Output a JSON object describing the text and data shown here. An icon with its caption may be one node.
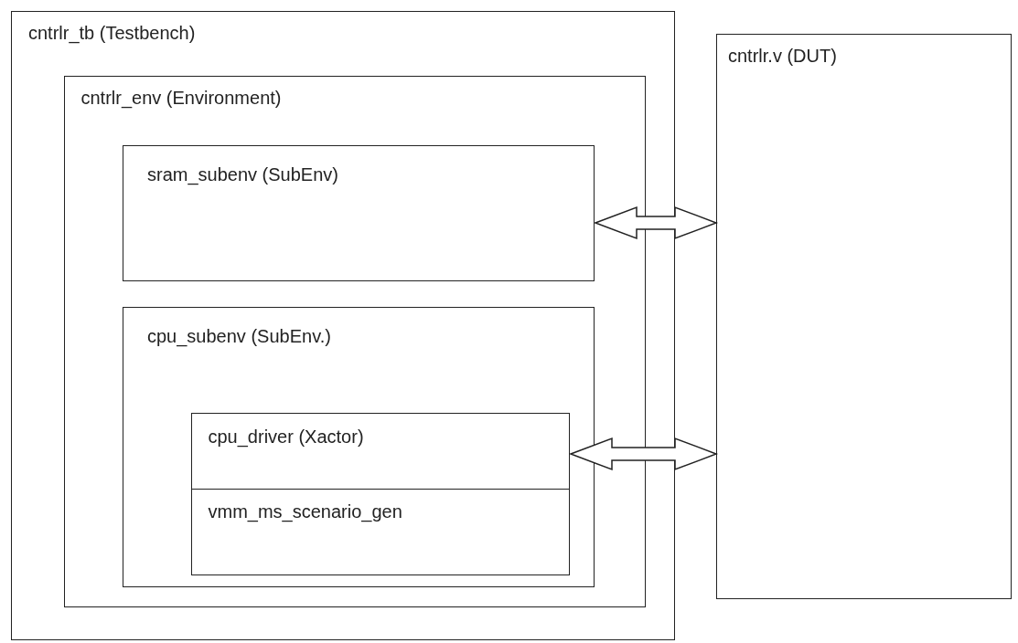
{
  "diagram": {
    "nodes": [
      {
        "text": [
          "cntrlr_tb (Testbench)"
        ]
      },
      {
        "text": [
          "cntrlr_env (Environment)"
        ],
        "in": 0
      },
      {
        "text": [
          "sram_subenv (SubEnv)"
        ],
        "in": 1
      },
      {
        "text": [
          "cpu_subenv (SubEnv.)"
        ],
        "in": 1
      },
      {
        "text": [
          "cpu_driver (Xactor)",
          "vmm_ms_scenario_gen"
        ],
        "in": 3
      },
      {
        "text": [
          "cntrlr.v (DUT)"
        ]
      }
    ],
    "edges": [
      {
        "from": 2,
        "to": 5,
        "arrow": "both"
      },
      {
        "from": 4,
        "to": 5,
        "arrow": "both"
      }
    ]
  }
}
